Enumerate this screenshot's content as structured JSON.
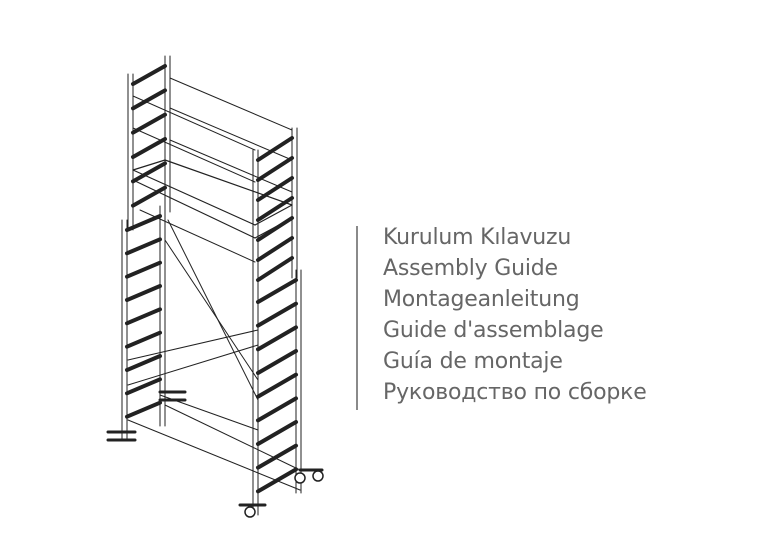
{
  "titles": [
    "Kurulum Kılavuzu",
    "Assembly Guide",
    "Montageanleitung",
    "Guide d'assemblage",
    "Guía de montaje",
    "Руководство по сборке"
  ],
  "colors": {
    "text": "#666666",
    "line": "#222222",
    "divider": "#8a8a8a"
  }
}
